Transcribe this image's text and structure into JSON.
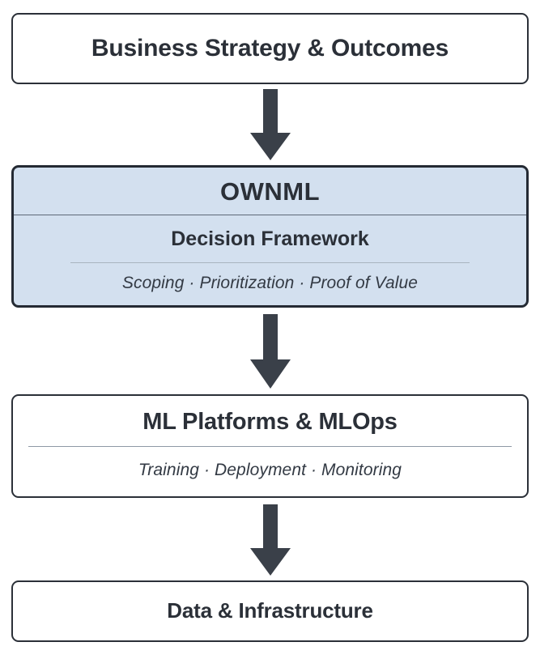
{
  "diagram": {
    "type": "vertical-flow",
    "orientation": "top-to-bottom",
    "accent_color": "#d3e0ef",
    "border_color": "#2b3038",
    "text_color": "#2b3038",
    "arrow_color": "#3a4049",
    "nodes": [
      {
        "id": "business",
        "title": "Business Strategy & Outcomes",
        "highlighted": false
      },
      {
        "id": "ownml",
        "brand": "OWNML",
        "title": "Decision Framework",
        "detail": "Scoping · Prioritization · Proof of Value",
        "highlighted": true
      },
      {
        "id": "platforms",
        "title": "ML Platforms & MLOps",
        "detail": "Training · Deployment · Monitoring",
        "highlighted": false
      },
      {
        "id": "data",
        "title": "Data & Infrastructure",
        "highlighted": false
      }
    ],
    "arrows": [
      {
        "id": "arrow-1",
        "from": "business",
        "to": "ownml",
        "glyph": "down-arrow"
      },
      {
        "id": "arrow-2",
        "from": "ownml",
        "to": "platforms",
        "glyph": "down-arrow"
      },
      {
        "id": "arrow-3",
        "from": "platforms",
        "to": "data",
        "glyph": "down-arrow"
      }
    ]
  }
}
